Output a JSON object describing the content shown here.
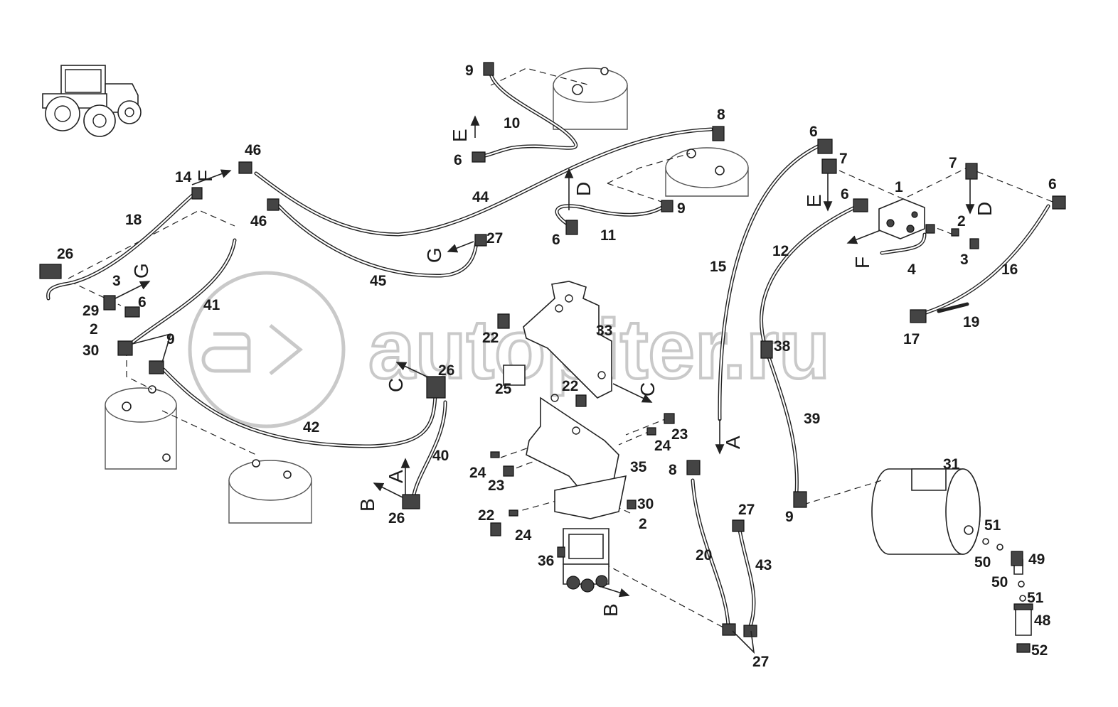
{
  "labels": [
    "1",
    "2",
    "2",
    "2",
    "3",
    "3",
    "4",
    "6",
    "6",
    "6",
    "6",
    "6",
    "6",
    "6",
    "7",
    "7",
    "8",
    "8",
    "9",
    "9",
    "9",
    "9",
    "10",
    "11",
    "12",
    "14",
    "15",
    "16",
    "17",
    "18",
    "19",
    "20",
    "22",
    "22",
    "22",
    "23",
    "23",
    "24",
    "24",
    "24",
    "25",
    "26",
    "26",
    "26",
    "27",
    "27",
    "27",
    "29",
    "30",
    "30",
    "31",
    "33",
    "35",
    "36",
    "38",
    "39",
    "40",
    "41",
    "42",
    "43",
    "44",
    "45",
    "46",
    "46",
    "48",
    "49",
    "50",
    "50",
    "51",
    "51",
    "52"
  ],
  "arrow_letters": [
    "A",
    "A",
    "B",
    "B",
    "C",
    "C",
    "D",
    "D",
    "E",
    "E",
    "F",
    "F",
    "G",
    "G"
  ],
  "watermark": "autopiter.ru",
  "colors": {
    "line": "#222222",
    "watermark": "#c9c9c9",
    "background": "#ffffff"
  }
}
